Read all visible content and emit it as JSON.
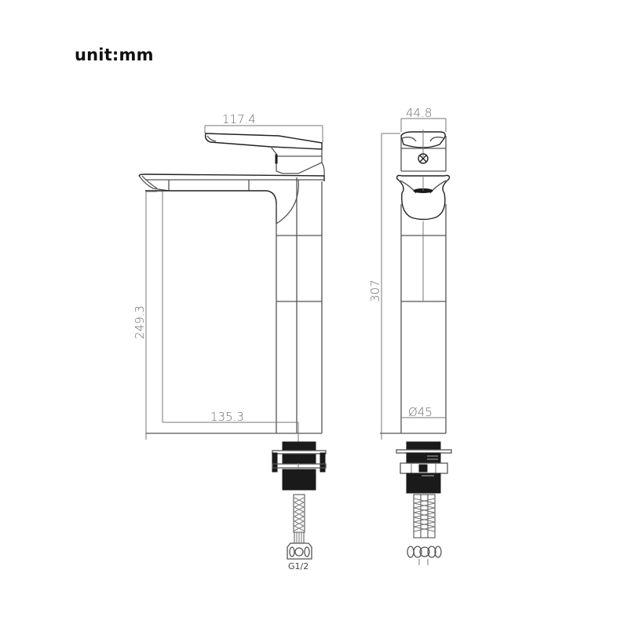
{
  "unit_label": "unit:mm",
  "side_view": {
    "dimensions": {
      "handle_width": "117.4",
      "spout_height": "249.3",
      "spout_reach": "135.3"
    },
    "thread_label": "G1/2"
  },
  "front_view": {
    "dimensions": {
      "handle_width": "44.8",
      "total_height": "307",
      "body_diameter": "Ø45"
    }
  },
  "colors": {
    "line": "#555555",
    "dark_fill": "#1a1a1a",
    "dimension_text": "#6a6a6a",
    "background": "#ffffff"
  }
}
